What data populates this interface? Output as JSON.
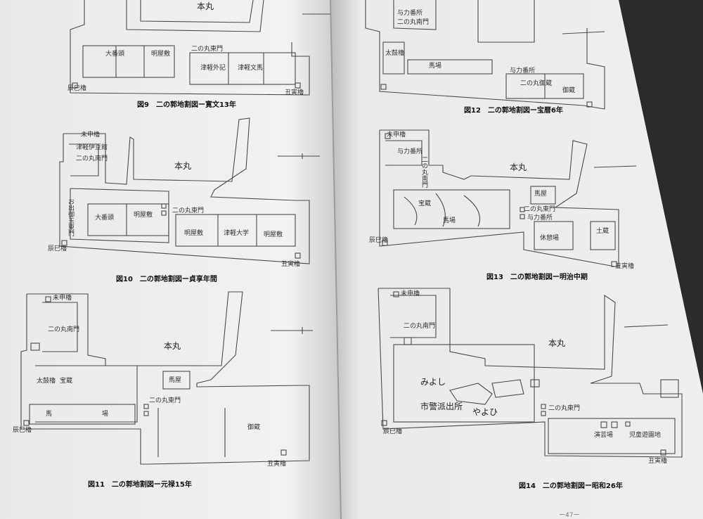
{
  "left_page": {
    "fig9": {
      "caption": "図9　二の郭地割図ー寛文13年",
      "labels": [
        "本丸",
        "大番頭",
        "明屋敷",
        "二の丸東門",
        "津軽外記",
        "津軽文馬",
        "辰巳櫓",
        "丑寅櫓"
      ]
    },
    "fig10": {
      "caption": "図10　二の郭地割図ー貞享年間",
      "labels": [
        "未申櫓",
        "津軽伊豆館",
        "二の丸南門",
        "本丸",
        "お出御玉東門",
        "大番頭",
        "明屋敷",
        "二の丸東門",
        "明屋敷",
        "津軽大学",
        "明屋敷",
        "辰巳櫓",
        "丑寅櫓"
      ]
    },
    "fig11": {
      "caption": "図11　二の郭地割図ー元禄15年",
      "labels": [
        "未申櫓",
        "二の丸南門",
        "本丸",
        "太鼓櫓",
        "宝蔵",
        "馬屋",
        "馬",
        "場",
        "二の丸東門",
        "御蔵",
        "辰巳櫓",
        "丑寅櫓"
      ]
    }
  },
  "right_page": {
    "fig12": {
      "caption": "図12　二の郭地割図ー宝暦6年",
      "labels": [
        "与力番所",
        "二の丸南門",
        "太鼓櫓",
        "馬場",
        "与力番所",
        "二の丸御蔵",
        "御蔵"
      ]
    },
    "fig13": {
      "caption": "図13　二の郭地割図ー明治中期",
      "labels": [
        "未申櫓",
        "与力番所",
        "二の丸南門",
        "本丸",
        "宝蔵",
        "馬屋",
        "馬場",
        "二の丸東門",
        "与力番所",
        "休憩場",
        "土蔵",
        "辰巳櫓",
        "丑寅櫓"
      ]
    },
    "fig14": {
      "caption": "図14　二の郭地割図ー昭和26年",
      "labels": [
        "未申櫓",
        "二の丸南門",
        "本丸",
        "みよし",
        "市警派出所",
        "やよひ",
        "二の丸東門",
        "演芸場",
        "児童遊園地",
        "辰巳櫓",
        "丑寅櫓"
      ]
    },
    "page_number": "ー47ー"
  }
}
